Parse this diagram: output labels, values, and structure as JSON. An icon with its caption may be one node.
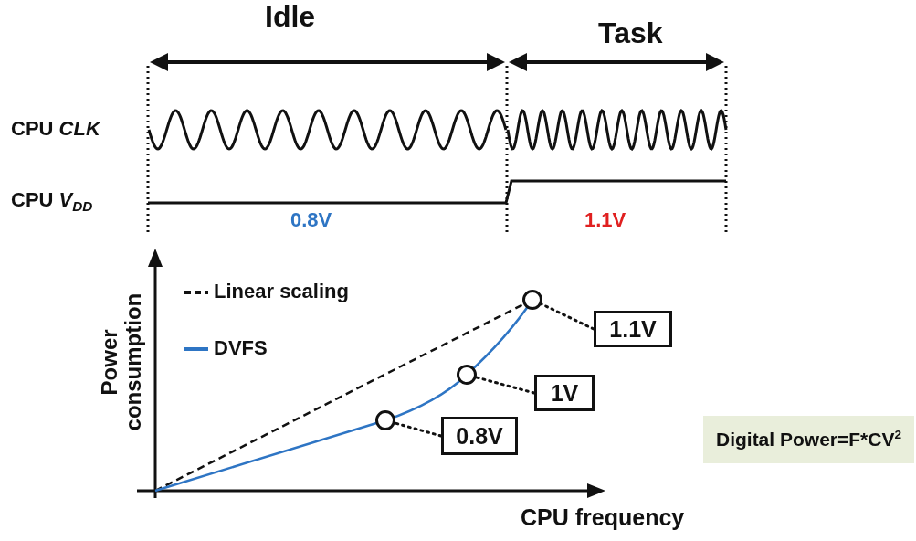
{
  "diagram": {
    "nodes": [
      {
        "text": [
          "1.1V"
        ]
      },
      {
        "text": [
          "1V"
        ]
      },
      {
        "text": [
          "0.8V"
        ]
      },
      {
        "text": [],
        "shape": "circle"
      },
      {
        "text": [],
        "shape": "circle"
      },
      {
        "text": [],
        "shape": "circle"
      },
      {
        "text": [
          "Digital Power=F*CV$^{2}$"
        ]
      }
    ],
    "edges": [
      {
        "from": 0,
        "to": 5,
        "arrow": "none",
        "style": "dashed"
      },
      {
        "from": 1,
        "to": 4,
        "arrow": "none",
        "style": "dashed"
      },
      {
        "from": 2,
        "to": 3,
        "arrow": "none",
        "style": "dashed"
      }
    ],
    "labels": [
      "Idle",
      "Task",
      "CPU *CLK*",
      "CPU *V*$_{DD}$",
      "0.8V",
      "1.1V",
      "Power consumption",
      "CPU frequency"
    ],
    "legend": [
      {
        "text": "Linear scaling"
      },
      {
        "text": "DVFS"
      }
    ]
  }
}
